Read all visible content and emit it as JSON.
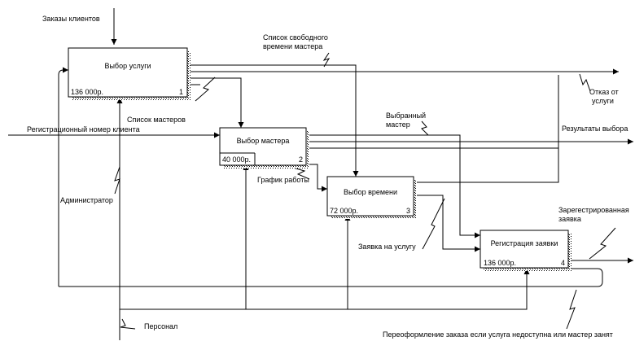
{
  "boxes": [
    {
      "id": "service",
      "title": "Выбор услуги",
      "cost": "136 000р.",
      "num": "1"
    },
    {
      "id": "master",
      "title": "Выбор мастера",
      "cost": "40 000р.",
      "num": "2"
    },
    {
      "id": "time",
      "title": "Выбор времени",
      "cost": "72 000р.",
      "num": "3"
    },
    {
      "id": "registration",
      "title": "Регистрация заявки",
      "cost": "136 000р.",
      "num": "4"
    }
  ],
  "labels": {
    "client_orders": "Заказы клиентов",
    "free_time_1": "Список свободного",
    "free_time_2": "времени мастера",
    "refusal_1": "Отказ от",
    "refusal_2": "услуги",
    "masters_list": "Список мастеров",
    "reg_number": "Регистрационный номер клиента",
    "chosen_master_1": "Выбранный",
    "chosen_master_2": "мастер",
    "choice_results": "Результаты выбора",
    "work_schedule": "График работы",
    "administrator": "Администратор",
    "registered_1": "Зарегестрированная",
    "registered_2": "заявка",
    "service_request": "Заявка на услугу",
    "personnel": "Персонал",
    "reorder": "Переоформление заказа если услуга недоступна или мастер занят"
  }
}
